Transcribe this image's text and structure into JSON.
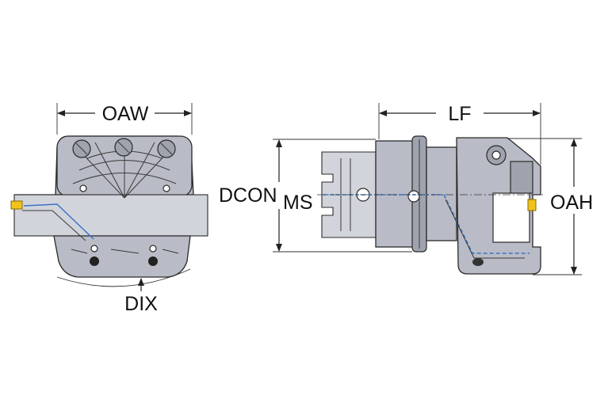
{
  "labels": {
    "oaw": "OAW",
    "dix": "DIX",
    "lf": "LF",
    "dcon": "DCON",
    "ms": "MS",
    "oah": "OAH"
  },
  "colors": {
    "body": "#b9bcc6",
    "body_dark": "#9fa3ae",
    "coolant": "#3b72c8",
    "insert": "#f1c21b",
    "dimension_line": "#222222"
  }
}
